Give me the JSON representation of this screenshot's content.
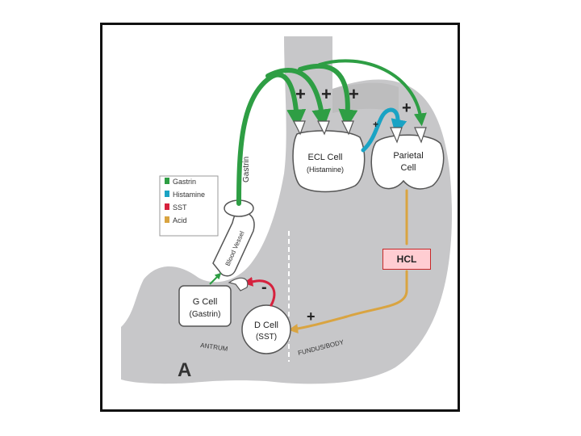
{
  "colors": {
    "stomach": "#c7c7c9",
    "gastrin": "#2e9e44",
    "histamine": "#1aa3c4",
    "sst": "#d6213d",
    "acid": "#d9a441",
    "cell_fill": "#ffffff",
    "outline": "#555555"
  },
  "legend": [
    {
      "label": "Gastrin",
      "color": "#2e9e44"
    },
    {
      "label": "Histamine",
      "color": "#1aa3c4"
    },
    {
      "label": "SST",
      "color": "#d6213d"
    },
    {
      "label": "Acid",
      "color": "#d9a441"
    }
  ],
  "cells": {
    "ecl": {
      "line1": "ECL Cell",
      "line2": "(Histamine)"
    },
    "parietal": {
      "line1": "Parietal",
      "line2": "Cell"
    },
    "g": {
      "line1": "G Cell",
      "line2": "(Gastrin)"
    },
    "d": {
      "line1": "D Cell",
      "line2": "(SST)"
    }
  },
  "vessel": {
    "label": "Blood Vessel",
    "flow_label": "Gastrin"
  },
  "regions": {
    "antrum": "ANTRUM",
    "fundus": "FUNDUS/BODY"
  },
  "signs": {
    "plus": "+",
    "minus": "-"
  },
  "panel_letter": "A",
  "hcl_label": "HCL"
}
